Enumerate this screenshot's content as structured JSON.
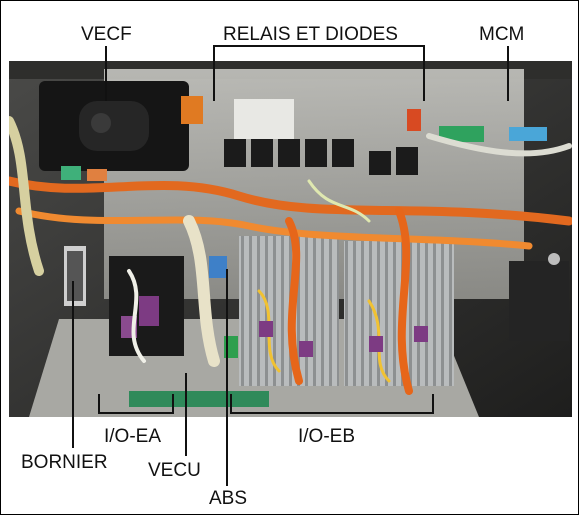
{
  "labels": {
    "vecf": "VECF",
    "relais": "RELAIS ET DIODES",
    "mcm": "MCM",
    "io_ea": "I/O-EA",
    "io_eb": "I/O-EB",
    "bornier": "BORNIER",
    "vecu": "VECU",
    "abs": "ABS"
  }
}
